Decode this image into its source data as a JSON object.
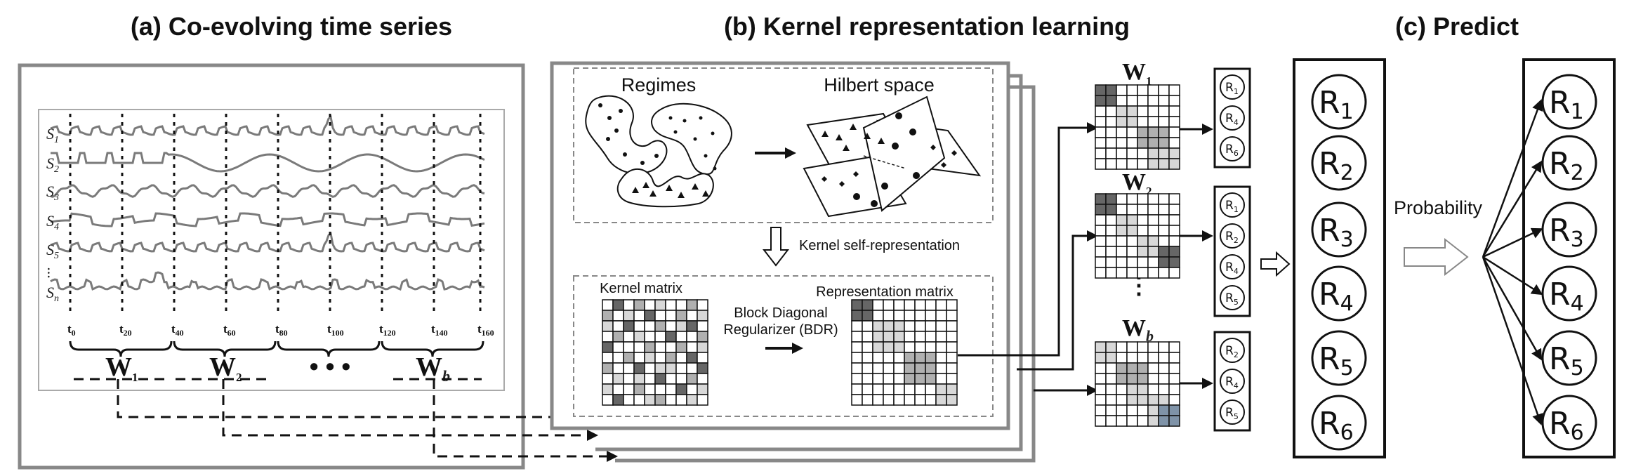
{
  "panels": {
    "a_title": "(a) Co-evolving time series",
    "b_title": "(b) Kernel representation learning",
    "c_title": "(c) Predict"
  },
  "series": {
    "labels": [
      {
        "base": "S",
        "sub": "1"
      },
      {
        "base": "S",
        "sub": "2"
      },
      {
        "base": "S",
        "sub": "3"
      },
      {
        "base": "S",
        "sub": "4"
      },
      {
        "base": "S",
        "sub": "5"
      },
      {
        "base": "S",
        "sub": "n"
      }
    ],
    "ellipsis": "···"
  },
  "time_ticks": [
    {
      "base": "t",
      "sub": "0"
    },
    {
      "base": "t",
      "sub": "20"
    },
    {
      "base": "t",
      "sub": "40"
    },
    {
      "base": "t",
      "sub": "60"
    },
    {
      "base": "t",
      "sub": "80"
    },
    {
      "base": "t",
      "sub": "100"
    },
    {
      "base": "t",
      "sub": "120"
    },
    {
      "base": "t",
      "sub": "140"
    },
    {
      "base": "t",
      "sub": "160"
    }
  ],
  "windows": {
    "w1": {
      "base": "W",
      "sub": "1"
    },
    "w2": {
      "base": "W",
      "sub": "2"
    },
    "dots": "• • •",
    "wb": {
      "base": "W",
      "sub": "b"
    }
  },
  "kernel_panel": {
    "regimes_label": "Regimes",
    "hilbert_label": "Hilbert space",
    "self_rep_label": "Kernel self-representation",
    "kernel_matrix_label": "Kernel  matrix",
    "bdr_line1": "Block Diagonal",
    "bdr_line2": "Regularizer (BDR)",
    "rep_matrix_label": "Representation matrix"
  },
  "window_matrices": {
    "w1": {
      "base": "W",
      "sub": "1"
    },
    "w2": {
      "base": "W",
      "sub": "2"
    },
    "vdots": "⋮",
    "wb": {
      "base": "W",
      "sub": "b"
    }
  },
  "regime_lists": [
    [
      {
        "base": "R",
        "sub": "1"
      },
      {
        "base": "R",
        "sub": "4"
      },
      {
        "base": "R",
        "sub": "6"
      }
    ],
    [
      {
        "base": "R",
        "sub": "1"
      },
      {
        "base": "R",
        "sub": "2"
      },
      {
        "base": "R",
        "sub": "4"
      },
      {
        "base": "R",
        "sub": "5"
      }
    ],
    [
      {
        "base": "R",
        "sub": "2"
      },
      {
        "base": "R",
        "sub": "4"
      },
      {
        "base": "R",
        "sub": "5"
      }
    ]
  ],
  "regimes": [
    {
      "base": "R",
      "sub": "1"
    },
    {
      "base": "R",
      "sub": "2"
    },
    {
      "base": "R",
      "sub": "3"
    },
    {
      "base": "R",
      "sub": "4"
    },
    {
      "base": "R",
      "sub": "5"
    },
    {
      "base": "R",
      "sub": "6"
    }
  ],
  "probability_label": "Probability",
  "colors": {
    "frame_gray": "#888888",
    "series_gray": "#7a7a7a",
    "cell_dark": "#666666",
    "cell_mid": "#b0b0b0",
    "cell_light": "#d8d8d8",
    "cell_blue": "#7f93a8"
  }
}
